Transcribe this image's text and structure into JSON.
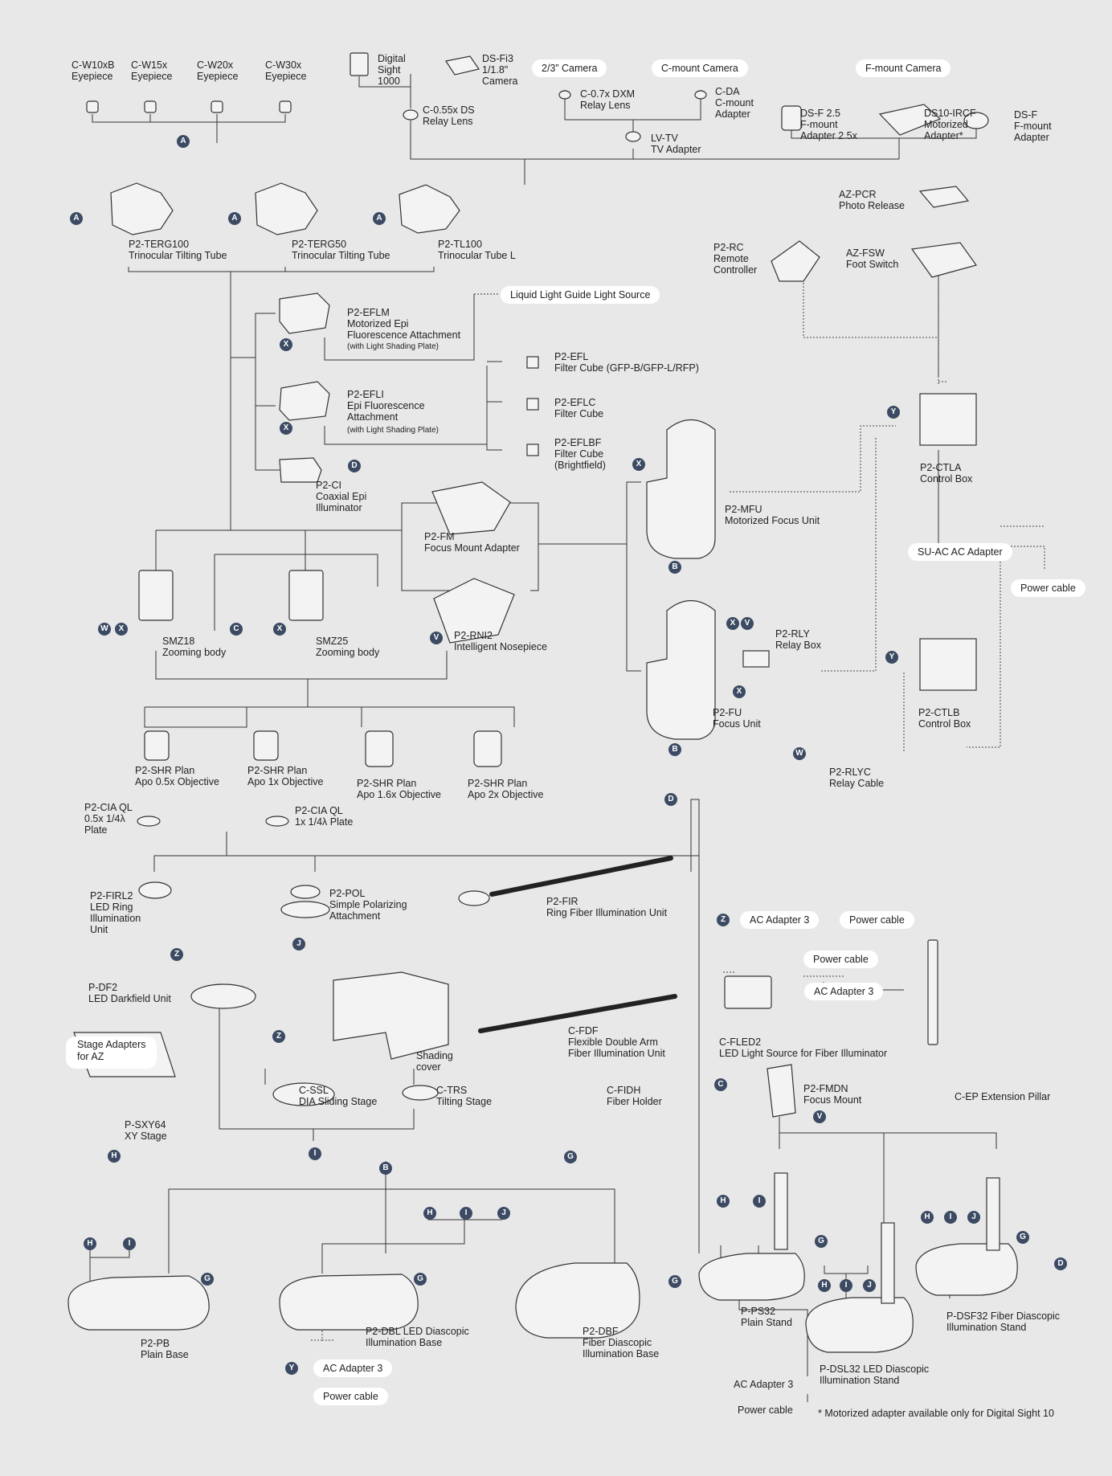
{
  "labels": [
    {
      "id": "c-w10xb",
      "text": "C-W10xB\nEyepiece"
    },
    {
      "id": "c-w15x",
      "text": "C-W15x\nEyepiece"
    },
    {
      "id": "c-w20x",
      "text": "C-W20x\nEyepiece"
    },
    {
      "id": "c-w30x",
      "text": "C-W30x\nEyepiece"
    },
    {
      "id": "digital-sight-1000",
      "text": "Digital\nSight\n1000"
    },
    {
      "id": "ds-fi3",
      "text": "DS-Fi3\n1/1.8\"\nCamera"
    },
    {
      "id": "c-055x-ds",
      "text": "C-0.55x DS\nRelay Lens"
    },
    {
      "id": "c-07x-dxm",
      "text": "C-0.7x DXM\nRelay Lens"
    },
    {
      "id": "c-da",
      "text": "C-DA\nC-mount\nAdapter"
    },
    {
      "id": "lv-tv",
      "text": "LV-TV\nTV Adapter"
    },
    {
      "id": "ds-f-25",
      "text": "DS-F 2.5\nF-mount\nAdapter 2.5x"
    },
    {
      "id": "ds10-ircf",
      "text": "DS10-IRCF\nMotorized\nAdapter*"
    },
    {
      "id": "ds-f",
      "text": "DS-F\nF-mount\nAdapter"
    },
    {
      "id": "p2-terg100",
      "text": "P2-TERG100\nTrinocular Tilting Tube"
    },
    {
      "id": "p2-terg50",
      "text": "P2-TERG50\nTrinocular Tilting Tube"
    },
    {
      "id": "p2-tl100",
      "text": "P2-TL100\nTrinocular Tube L"
    },
    {
      "id": "az-pcr",
      "text": "AZ-PCR\nPhoto Release"
    },
    {
      "id": "p2-rc",
      "text": "P2-RC\nRemote\nController"
    },
    {
      "id": "az-fsw",
      "text": "AZ-FSW\nFoot Switch"
    },
    {
      "id": "p2-eflm",
      "text": "P2-EFLM\nMotorized Epi\nFluorescence Attachment"
    },
    {
      "id": "p2-efl",
      "text": "P2-EFL\nFilter Cube (GFP-B/GFP-L/RFP)"
    },
    {
      "id": "p2-efli",
      "text": "P2-EFLI\nEpi Fluorescence\nAttachment"
    },
    {
      "id": "p2-eflc",
      "text": "P2-EFLC\nFilter Cube"
    },
    {
      "id": "p2-eflbf",
      "text": "P2-EFLBF\nFilter Cube\n(Brightfield)"
    },
    {
      "id": "p2-ci",
      "text": "P2-CI\nCoaxial Epi\nIlluminator"
    },
    {
      "id": "p2-ctla",
      "text": "P2-CTLA\nControl Box"
    },
    {
      "id": "p2-mfu",
      "text": "P2-MFU\nMotorized Focus Unit"
    },
    {
      "id": "p2-fm",
      "text": "P2-FM\nFocus Mount Adapter"
    },
    {
      "id": "smz18",
      "text": "SMZ18\nZooming body"
    },
    {
      "id": "smz25",
      "text": "SMZ25\nZooming body"
    },
    {
      "id": "p2-rni2",
      "text": "P2-RNI2\nIntelligent Nosepiece"
    },
    {
      "id": "p2-rly",
      "text": "P2-RLY\nRelay Box"
    },
    {
      "id": "p2-fu",
      "text": "P2-FU\nFocus Unit"
    },
    {
      "id": "p2-ctlb",
      "text": "P2-CTLB\nControl Box"
    },
    {
      "id": "p2-rlyc",
      "text": "P2-RLYC\nRelay Cable"
    },
    {
      "id": "shr-05",
      "text": "P2-SHR Plan\nApo 0.5x Objective"
    },
    {
      "id": "shr-1",
      "text": "P2-SHR Plan\nApo 1x Objective"
    },
    {
      "id": "shr-16",
      "text": "P2-SHR Plan\nApo 1.6x Objective"
    },
    {
      "id": "shr-2",
      "text": "P2-SHR Plan\nApo 2x Objective"
    },
    {
      "id": "cia-05",
      "text": "P2-CIA QL\n0.5x 1/4λ\nPlate"
    },
    {
      "id": "cia-1",
      "text": "P2-CIA QL\n1x 1/4λ Plate"
    },
    {
      "id": "p2-firl2",
      "text": "P2-FIRL2\nLED Ring\nIllumination\nUnit"
    },
    {
      "id": "p2-pol",
      "text": "P2-POL\nSimple Polarizing\nAttachment"
    },
    {
      "id": "p2-fir",
      "text": "P2-FIR\nRing Fiber Illumination Unit"
    },
    {
      "id": "p-df2",
      "text": "P-DF2\nLED Darkfield Unit"
    },
    {
      "id": "shading-cover",
      "text": "Shading\ncover"
    },
    {
      "id": "c-fdf",
      "text": "C-FDF\nFlexible Double Arm\nFiber Illumination Unit"
    },
    {
      "id": "c-fled2",
      "text": "C-FLED2\nLED Light Source for Fiber Illuminator"
    },
    {
      "id": "p-sxy64",
      "text": "P-SXY64\nXY Stage"
    },
    {
      "id": "c-ssl",
      "text": "C-SSL\nDIA Sliding Stage"
    },
    {
      "id": "c-trs",
      "text": "C-TRS\nTilting Stage"
    },
    {
      "id": "c-fidh",
      "text": "C-FIDH\nFiber Holder"
    },
    {
      "id": "p2-fmdn",
      "text": "P2-FMDN\nFocus Mount"
    },
    {
      "id": "c-ep",
      "text": "C-EP Extension Pillar"
    },
    {
      "id": "p2-pb",
      "text": "P2-PB\nPlain Base"
    },
    {
      "id": "p2-dbl",
      "text": "P2-DBL LED Diascopic\nIllumination Base"
    },
    {
      "id": "p2-dbf",
      "text": "P2-DBF\nFiber Diascopic\nIllumination Base"
    },
    {
      "id": "p-ps32",
      "text": "P-PS32\nPlain Stand"
    },
    {
      "id": "p-dsl32",
      "text": "P-DSL32 LED Diascopic\nIllumination Stand"
    },
    {
      "id": "p-dsf32",
      "text": "P-DSF32 Fiber Diascopic\nIllumination Stand"
    },
    {
      "id": "ac3-bottom",
      "text": "AC Adapter 3"
    },
    {
      "id": "pc-bottom",
      "text": "Power cable"
    }
  ],
  "small_notes": [
    {
      "id": "shading-1",
      "text": "(with Light Shading Plate)"
    },
    {
      "id": "shading-2",
      "text": "(with Light Shading Plate)"
    }
  ],
  "pills": [
    {
      "id": "cam-23",
      "text": "2/3” Camera"
    },
    {
      "id": "cam-c",
      "text": "C-mount Camera"
    },
    {
      "id": "cam-f",
      "text": "F-mount Camera"
    },
    {
      "id": "llg",
      "text": "Liquid Light Guide Light Source"
    },
    {
      "id": "su-ac",
      "text": "SU-AC AC Adapter"
    },
    {
      "id": "pc-1",
      "text": "Power cable"
    },
    {
      "id": "ac3-z",
      "text": "AC Adapter 3"
    },
    {
      "id": "pc-z",
      "text": "Power cable"
    },
    {
      "id": "pc-fled",
      "text": "Power cable"
    },
    {
      "id": "ac3-fled",
      "text": "AC Adapter 3"
    },
    {
      "id": "stage-adapters",
      "text": "Stage Adapters\nfor AZ"
    },
    {
      "id": "ac3-dbl",
      "text": "AC Adapter 3"
    },
    {
      "id": "pc-dbl",
      "text": "Power cable"
    }
  ],
  "markers": [
    "A",
    "A",
    "A",
    "A",
    "X",
    "X",
    "D",
    "X",
    "B",
    "W",
    "X",
    "C",
    "X",
    "X",
    "V",
    "X",
    "V",
    "B",
    "Y",
    "Y",
    "W",
    "D",
    "Z",
    "J",
    "Z",
    "Z",
    "H",
    "I",
    "C",
    "V",
    "G",
    "B",
    "H",
    "I",
    "J",
    "H",
    "I",
    "G",
    "G",
    "G",
    "H",
    "I",
    "G",
    "H",
    "I",
    "J",
    "H",
    "I",
    "J",
    "G",
    "D",
    "Y"
  ],
  "footnote": "* Motorized adapter available only for Digital Sight 10"
}
